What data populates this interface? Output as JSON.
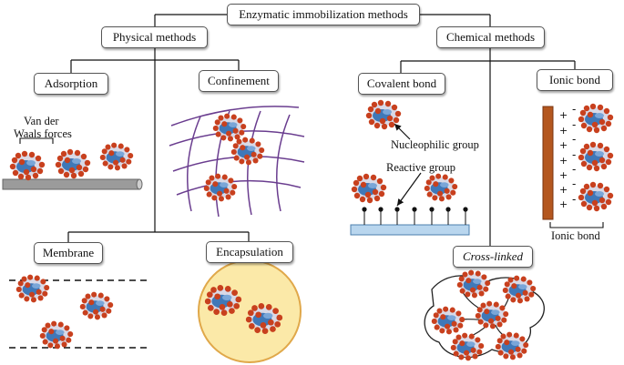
{
  "title": "Enzymatic immobilization methods",
  "physical": {
    "label": "Physical methods",
    "adsorption": "Adsorption",
    "confinement": "Confinement",
    "membrane": "Membrane",
    "encapsulation": "Encapsulation",
    "van_der_waals_line1": "Van der",
    "van_der_waals_line2": "Waals forces"
  },
  "chemical": {
    "label": "Chemical methods",
    "covalent": "Covalent bond",
    "ionic": "Ionic bond",
    "cross_linked": "Cross-linked",
    "nucleophilic": "Nucleophilic group",
    "reactive": "Reactive group",
    "ionic_bond_caption": "Ionic bond"
  },
  "colors": {
    "line": "#111111",
    "grid": "#6a3d8f",
    "capsule_fill": "#fbe9a8",
    "capsule_edge": "#e0a84a",
    "rod": "#b4571f",
    "plate": "#b9d6ee",
    "surface": "#9b9b9b",
    "enzyme_red": "#c8401e",
    "enzyme_blue": "#3f78b8"
  }
}
